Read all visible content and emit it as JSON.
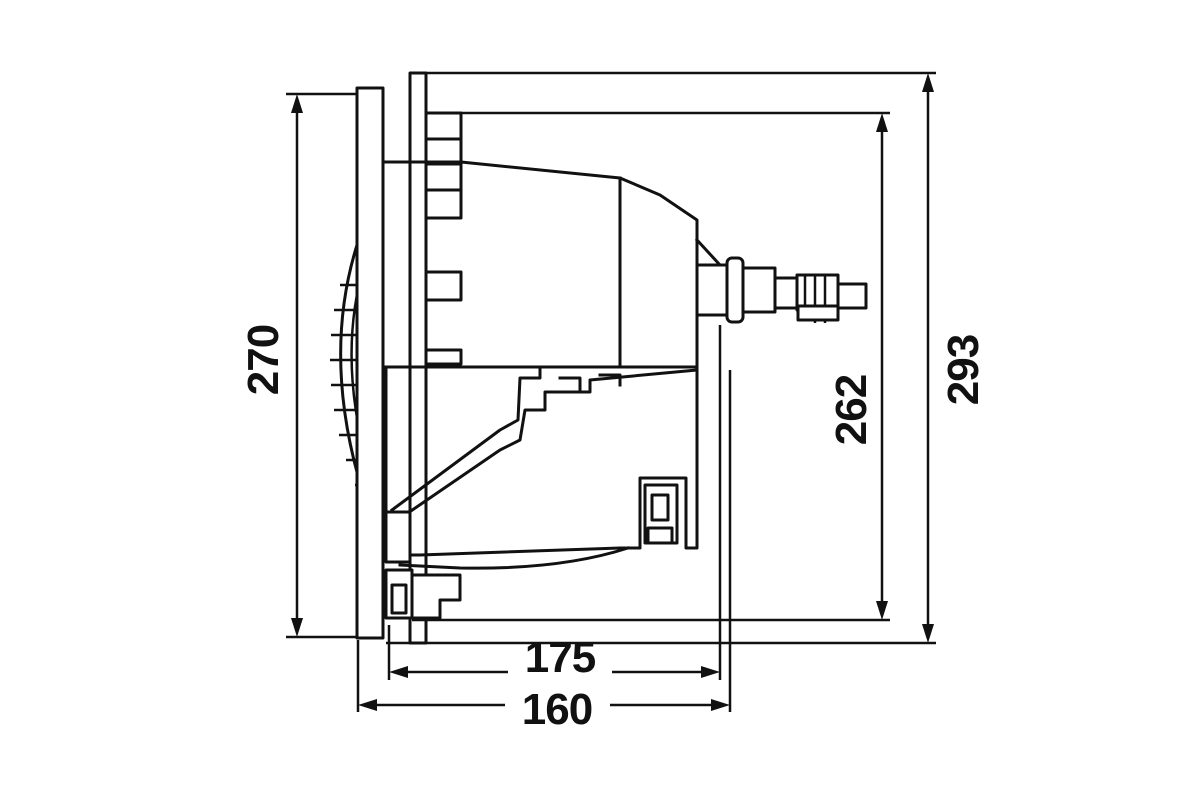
{
  "dimensions": {
    "overall_height": "293",
    "flange_height": "270",
    "body_height": "262",
    "depth_long": "175",
    "depth_short": "160"
  },
  "colors": {
    "line": "#111111",
    "background": "#ffffff"
  }
}
